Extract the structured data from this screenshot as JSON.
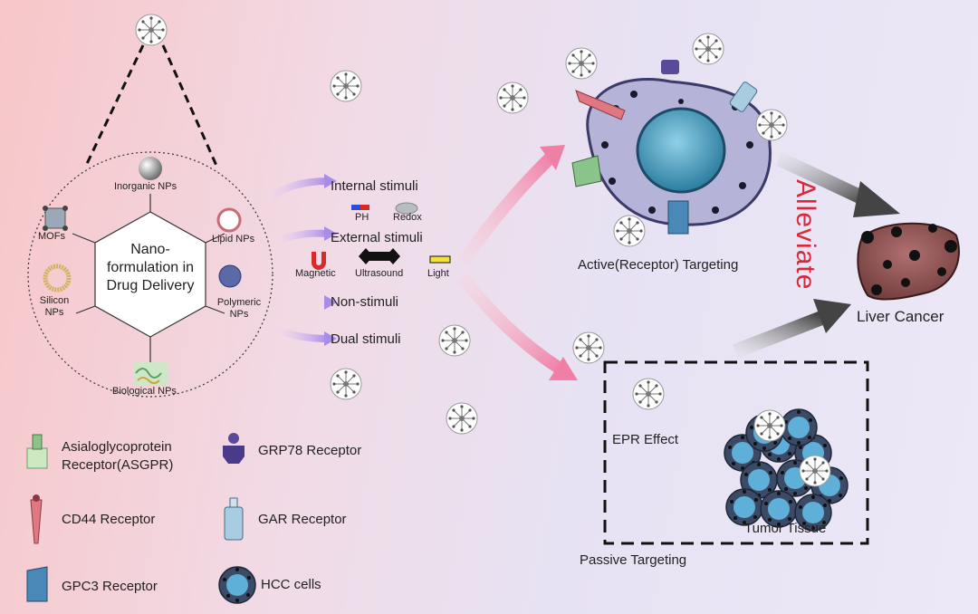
{
  "hexagon": {
    "title": "Nano-formulation in Drug Delivery",
    "nodes": {
      "inorganic": "Inorganic NPs",
      "lipid": "Lipid NPs",
      "polymeric_line1": "Polymeric",
      "polymeric_line2": "NPs",
      "biological": "Biological NPs",
      "silicon_line1": "Silicon",
      "silicon_line2": "NPs",
      "mofs": "MOFs"
    }
  },
  "stimuli": {
    "internal": "Internal stimuli",
    "internal_items": [
      "PH",
      "Redox"
    ],
    "external": "External stimuli",
    "external_items": [
      "Magnetic",
      "Ultrasound",
      "Light"
    ],
    "non": "Non-stimuli",
    "dual": "Dual stimuli"
  },
  "targeting": {
    "active": "Active(Receptor) Targeting",
    "passive": "Passive Targeting",
    "epr": "EPR Effect",
    "tumor": "Tumor Tissue"
  },
  "outcome": {
    "verb": "Alleviate",
    "target": "Liver Cancer"
  },
  "legend": {
    "asgpr_line1": "Asialoglycoprotein",
    "asgpr_line2": "Receptor(ASGPR)",
    "grp78": "GRP78 Receptor",
    "cd44": "CD44 Receptor",
    "gar": "GAR Receptor",
    "gpc3": "GPC3 Receptor",
    "hcc": "HCC cells"
  },
  "colors": {
    "alleviate": "#d8283a",
    "stimuli_arrow": "#a98be8",
    "targeting_arrow": "#f07fa6",
    "outcome_arrow": "#555555"
  }
}
